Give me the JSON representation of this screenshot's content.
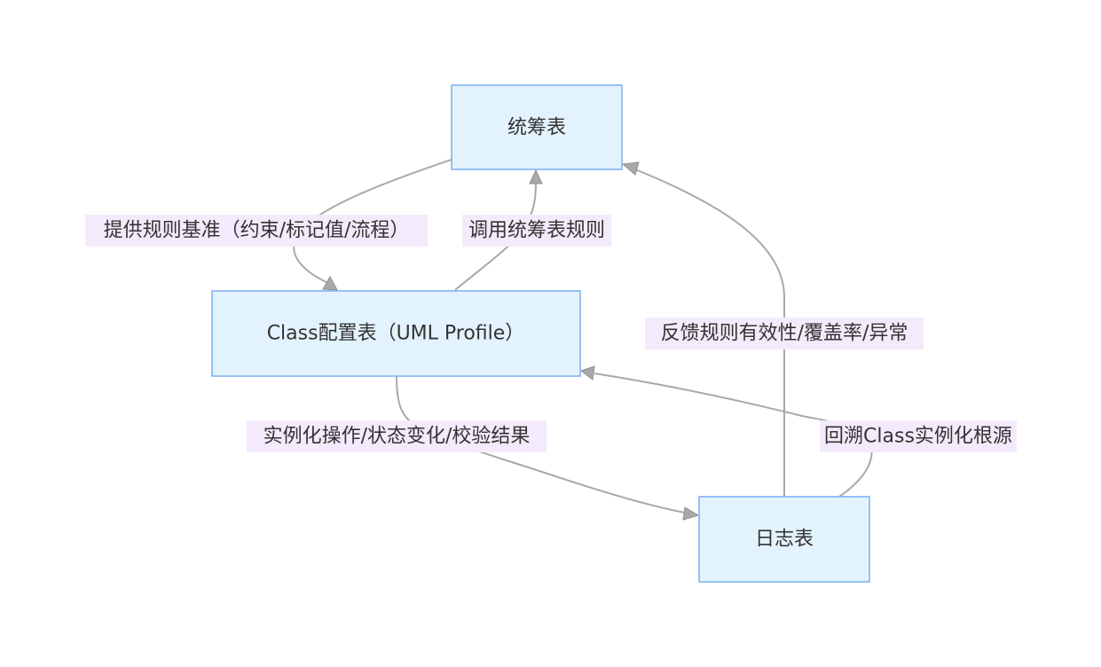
{
  "nodes": {
    "coordination": "统筹表",
    "class_config": "Class配置表（UML Profile）",
    "log": "日志表"
  },
  "edges": {
    "provide_rules": "提供规则基准（约束/标记值/流程）",
    "call_rules": "调用统筹表规则",
    "feedback": "反馈规则有效性/覆盖率/异常",
    "instantiate": "实例化操作/状态变化/校验结果",
    "trace_back": "回溯Class实例化根源"
  }
}
